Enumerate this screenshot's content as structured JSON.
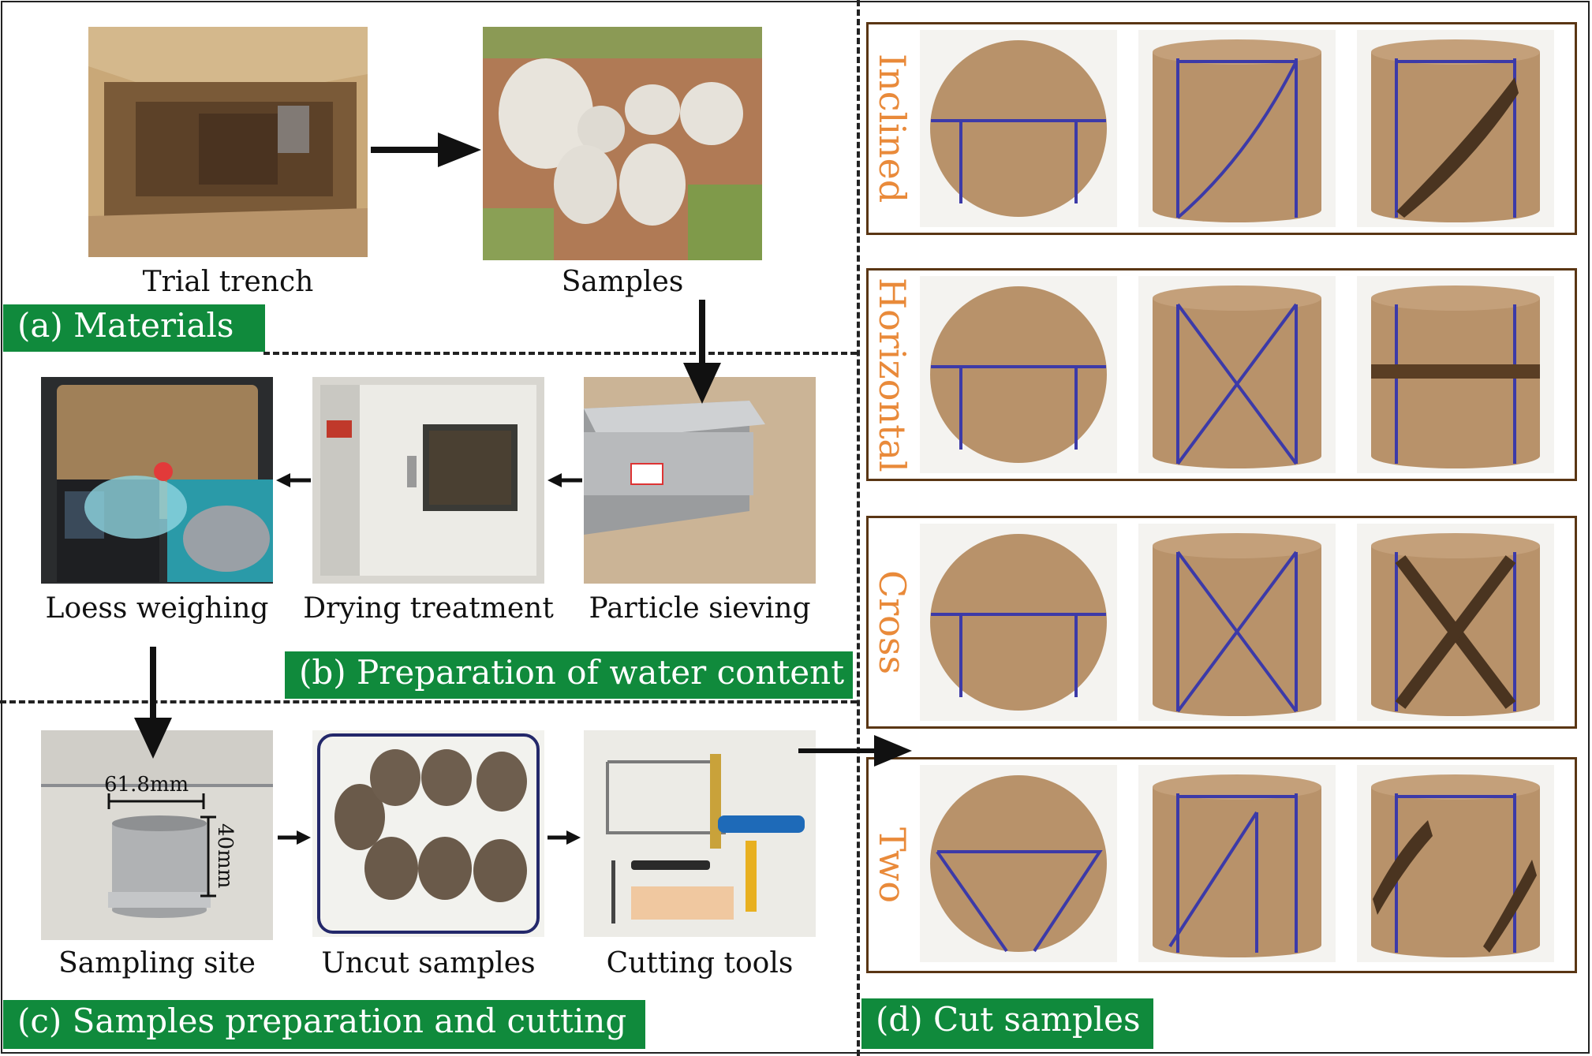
{
  "captions": {
    "trial_trench": "Trial trench",
    "samples": "Samples",
    "loess_weighing": "Loess weighing",
    "drying_treatment": "Drying treatment",
    "particle_sieving": "Particle sieving",
    "sampling_site": "Sampling site",
    "uncut_samples": "Uncut samples",
    "cutting_tools": "Cutting tools"
  },
  "panels": {
    "a": "(a) Materials",
    "b": "(b) Preparation of water content",
    "c": "(c)  Samples preparation and cutting",
    "d": "(d) Cut samples"
  },
  "cut_types": [
    "Inclined",
    "Horizontal",
    "Cross",
    "Two"
  ],
  "dimensions": {
    "diameter": "61.8mm",
    "height": "40mm"
  },
  "colors": {
    "tag_green": "#108a3c",
    "cut_label_orange": "#e98a3a",
    "loess_brown": "#b8926a",
    "marker_blue": "#3c3aa8",
    "box_brown": "#5a3614"
  }
}
